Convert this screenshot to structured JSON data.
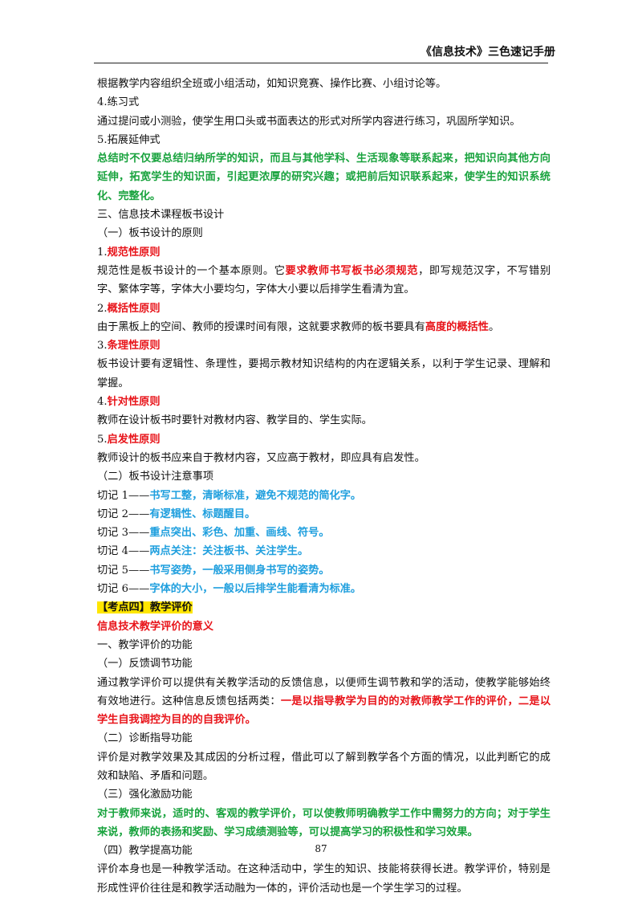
{
  "header": {
    "title": "《信息技术》三色速记手册"
  },
  "lines": {
    "l1": "根据教学内容组织全班或小组活动，如知识竞赛、操作比赛、小组讨论等。",
    "l2": "4.练习式",
    "l3": "通过提问或小测验，使学生用口头或书面表达的形式对所学内容进行练习，巩固所学知识。",
    "l4": "5.拓展延伸式",
    "l5": "总结时不仅要总结归纳所学的知识，而且与其他学科、生活现象等联系起来，把知识向其他方向延伸，拓宽学生的知识面，引起更浓厚的研究兴趣；或把前后知识联系起来，使学生的知识系统化、完整化。",
    "l6": "三、信息技术课程板书设计",
    "l7": "（一）板书设计的原则",
    "p1_num": "1.",
    "p1_title": "规范性原则",
    "p1_a": "规范性是板书设计的一个基本原则。它",
    "p1_b": "要求教师书写板书必须规范",
    "p1_c": "，即写规范汉字，不写错别字、繁体字等，字体大小要均匀，字体大小要以后排学生看清为宜。",
    "p2_num": "2.",
    "p2_title": "概括性原则",
    "p2_a": "由于黑板上的空间、教师的授课时间有限，这就要求教师的板书要具有",
    "p2_b": "高度的概括性",
    "p2_c": "。",
    "p3_num": "3.",
    "p3_title": "条理性原则",
    "p3_text": "板书设计要有逻辑性、条理性，要揭示教材知识结构的内在逻辑关系，以利于学生记录、理解和掌握。",
    "p4_num": "4.",
    "p4_title": "针对性原则",
    "p4_text": "教师在设计板书时要针对教材内容、教学目的、学生实际。",
    "p5_num": "5.",
    "p5_title": "启发性原则",
    "p5_text": "教师设计的板书应来自于教材内容，又应高于教材，即应具有启发性。",
    "l8": "（二）板书设计注意事项",
    "c1_pre": "切记 1——",
    "c1": "书写工整，清晰标准，避免不规范的简化字。",
    "c2_pre": "切记 2——",
    "c2": "有逻辑性、标题醒目。",
    "c3_pre": "切记 3——",
    "c3": "重点突出、彩色、加重、画线、符号。",
    "c4_pre": "切记 4——",
    "c4": "两点关注：关注板书、关注学生。",
    "c5_pre": "切记 5——",
    "c5": "书写姿势，一般采用侧身书写的姿势。",
    "c6_pre": "切记 6——",
    "c6": "字体的大小，一般以后排学生能看清为标准。",
    "kp": "【考点四】教学评价",
    "kp_sub": "信息技术教学评价的意义",
    "e1": "一、教学评价的功能",
    "e2": "（一）反馈调节功能",
    "e3_a": "通过教学评价可以提供有关教学活动的反馈信息，以便师生调节教和学的活动，使教学能够始终有效地进行。这种信息反馈包括两类：",
    "e3_b": "一是以指导教学为目的的对教师教学工作的评价，二是以学生自我调控为目的的自我评价。",
    "e4": "（二）诊断指导功能",
    "e5": "评价是对教学效果及其成因的分析过程，借此可以了解到教学各个方面的情况，以此判断它的成效和缺陷、矛盾和问题。",
    "e6": "（三）强化激励功能",
    "e7": "对于教师来说，适时的、客观的教学评价，可以使教师明确教学工作中需努力的方向；对于学生来说，教师的表扬和奖励、学习成绩测验等，可以提高学习的积极性和学习效果。",
    "e8": "（四）教学提高功能",
    "e9": "评价本身也是一种教学活动。在这种活动中，学生的知识、技能将获得长进。教学评价，特别是形成性评价往往是和教学活动融为一体的，评价活动也是一个学生学习的过程。"
  },
  "footer": {
    "page_number": "87"
  },
  "colors": {
    "red": "#e8141a",
    "green": "#19a33e",
    "blue": "#1f9fde",
    "highlight": "#ffe600"
  }
}
